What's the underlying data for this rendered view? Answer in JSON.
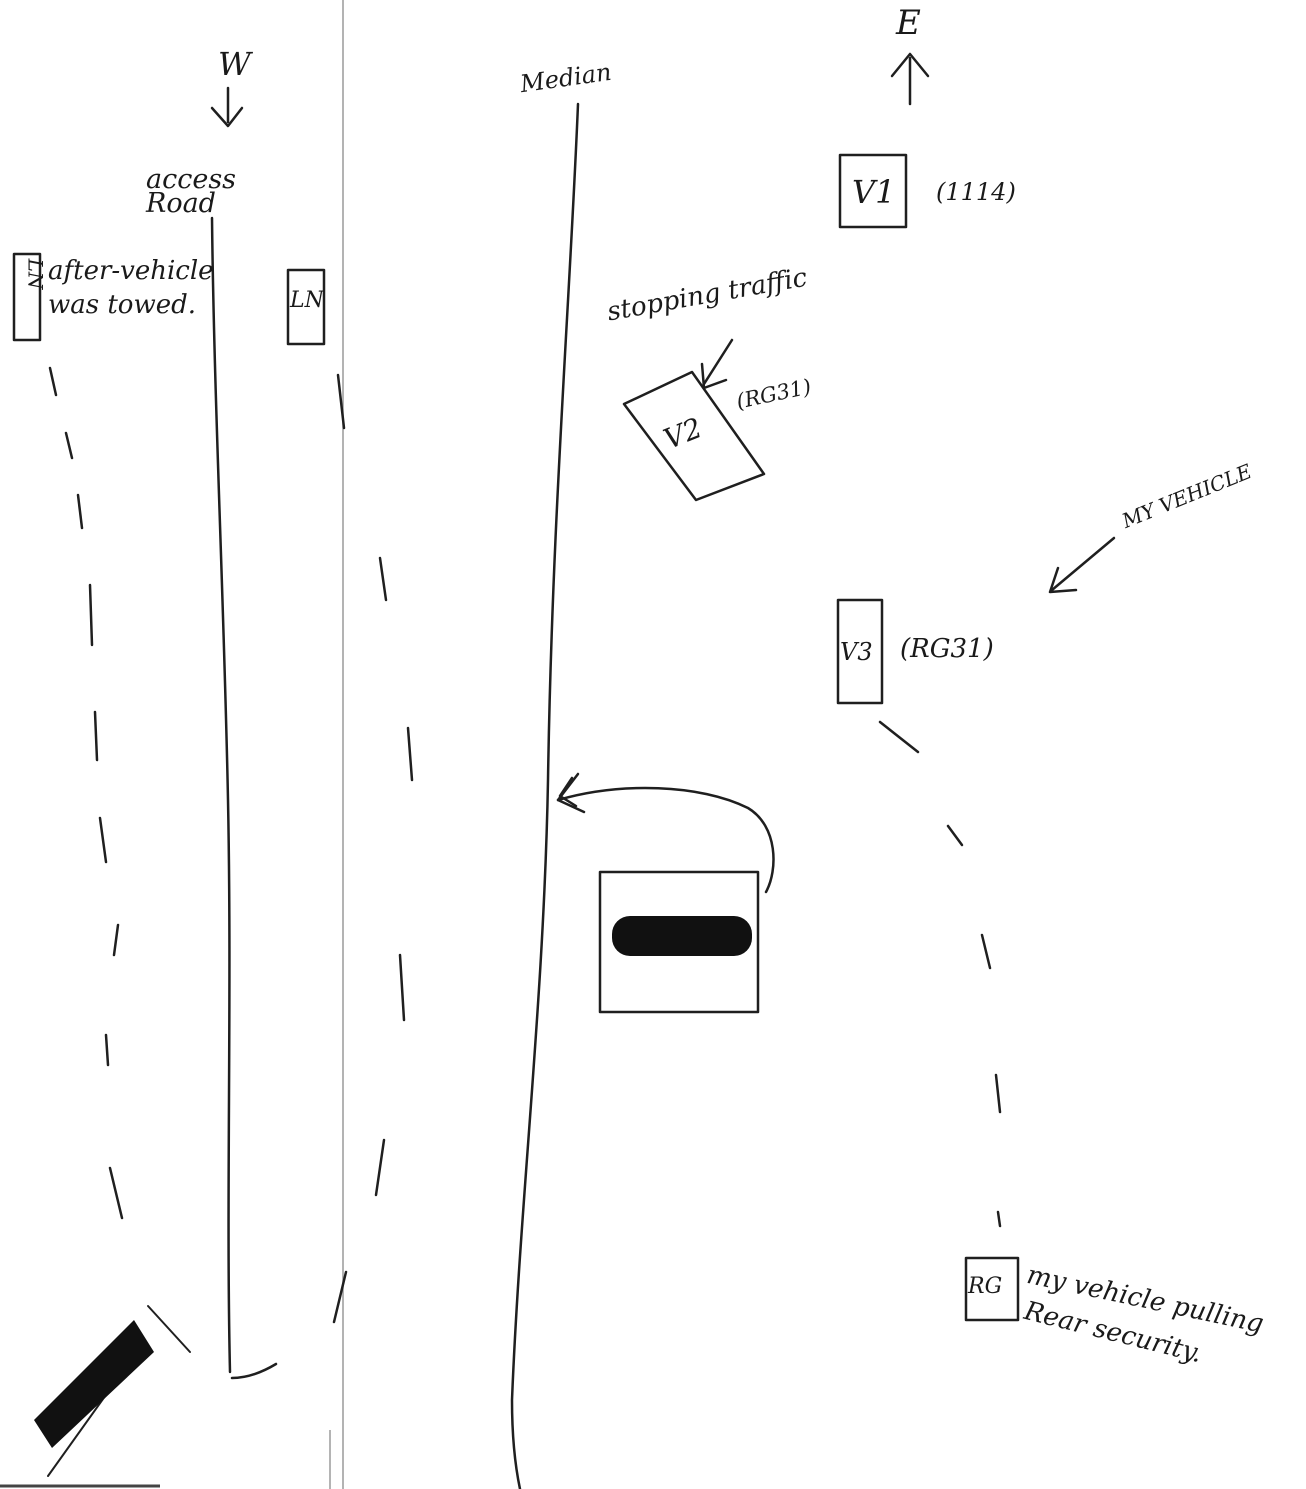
{
  "labels": {
    "west": "W",
    "east": "E",
    "access_road": "access Road",
    "median": "Median",
    "after_towed_line1": "after-vehicle",
    "after_towed_line2": "was towed.",
    "stopping_traffic": "stopping traffic",
    "my_vehicle": "MY VEHICLE",
    "pulling_line1": "my vehicle pulling",
    "pulling_line2": "Rear security."
  },
  "vehicles": {
    "v1": {
      "label": "V1",
      "unit": "(1114)"
    },
    "v2": {
      "label": "V2",
      "unit": "(RG31)"
    },
    "v3": {
      "label": "V3",
      "unit": "(RG31)"
    },
    "rg": {
      "label": "RG"
    },
    "lane_box_left": {
      "label": "LN"
    },
    "lane_box_mid": {
      "label": "LN"
    }
  }
}
